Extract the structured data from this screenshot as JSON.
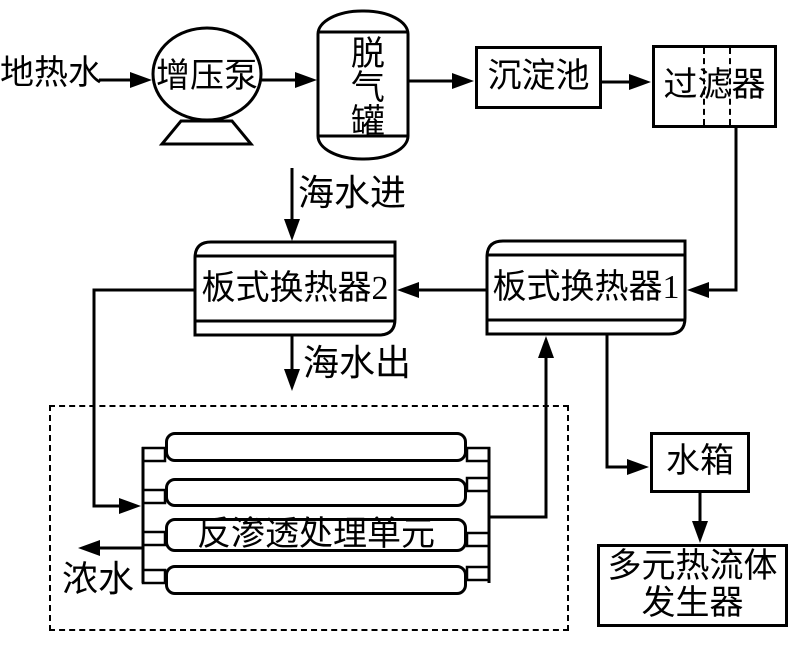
{
  "nodes": {
    "geothermal_water": "地热水",
    "booster_pump": "增压泵",
    "degassing_tank": "脱气罐",
    "sedimentation_tank": "沉淀池",
    "filter": "过滤器",
    "plate_hx_1": "板式换热器1",
    "plate_hx_2": "板式换热器2",
    "ro_unit": "反渗透处理单元",
    "water_tank": "水箱",
    "generator": {
      "line1": "多元热流体",
      "line2": "发生器"
    }
  },
  "labels": {
    "seawater_in": "海水进",
    "seawater_out": "海水出",
    "concentrated_water": "浓水"
  },
  "colors": {
    "ink": "#000000",
    "background": "#ffffff"
  }
}
